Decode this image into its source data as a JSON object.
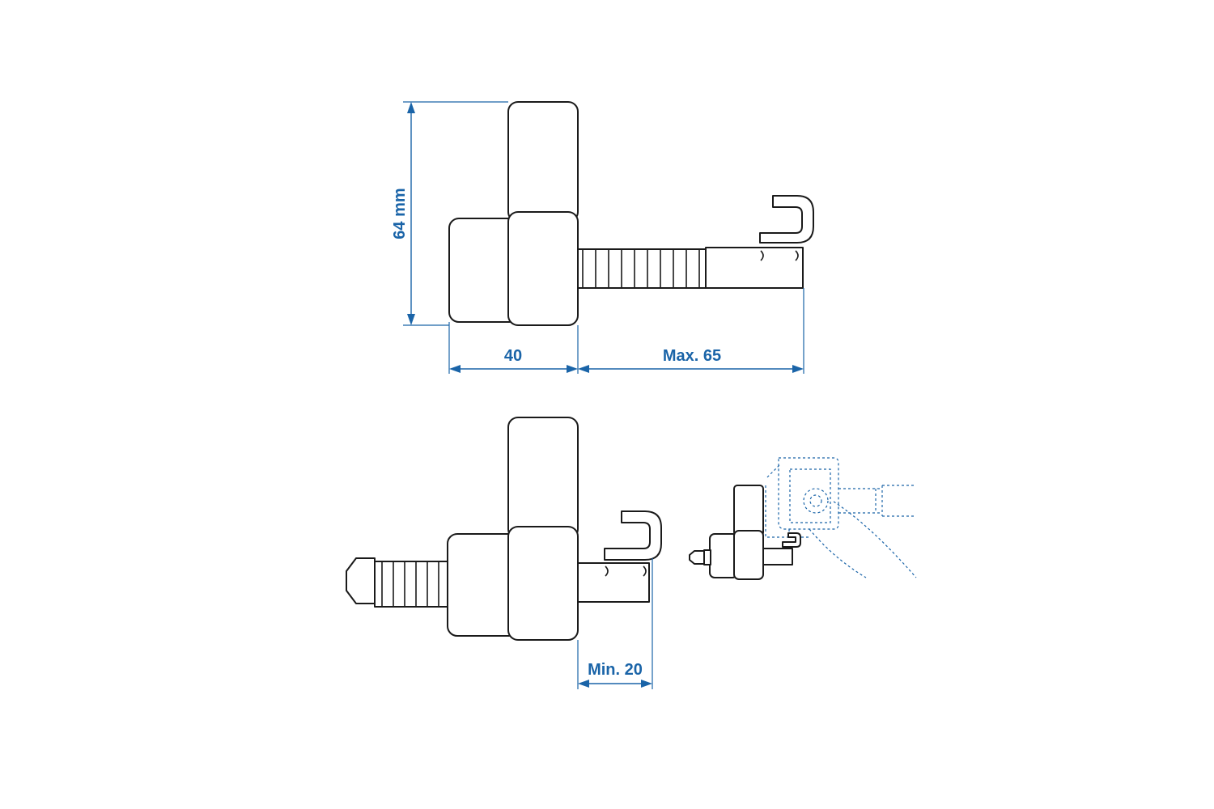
{
  "dimensions": {
    "height_label": "64 mm",
    "knob_width_label": "40",
    "max_reach_label": "Max. 65",
    "min_reach_label": "Min. 20"
  },
  "colors": {
    "dimension": "#1a64a8",
    "outline": "#1a1a1a",
    "background": "#ffffff"
  }
}
